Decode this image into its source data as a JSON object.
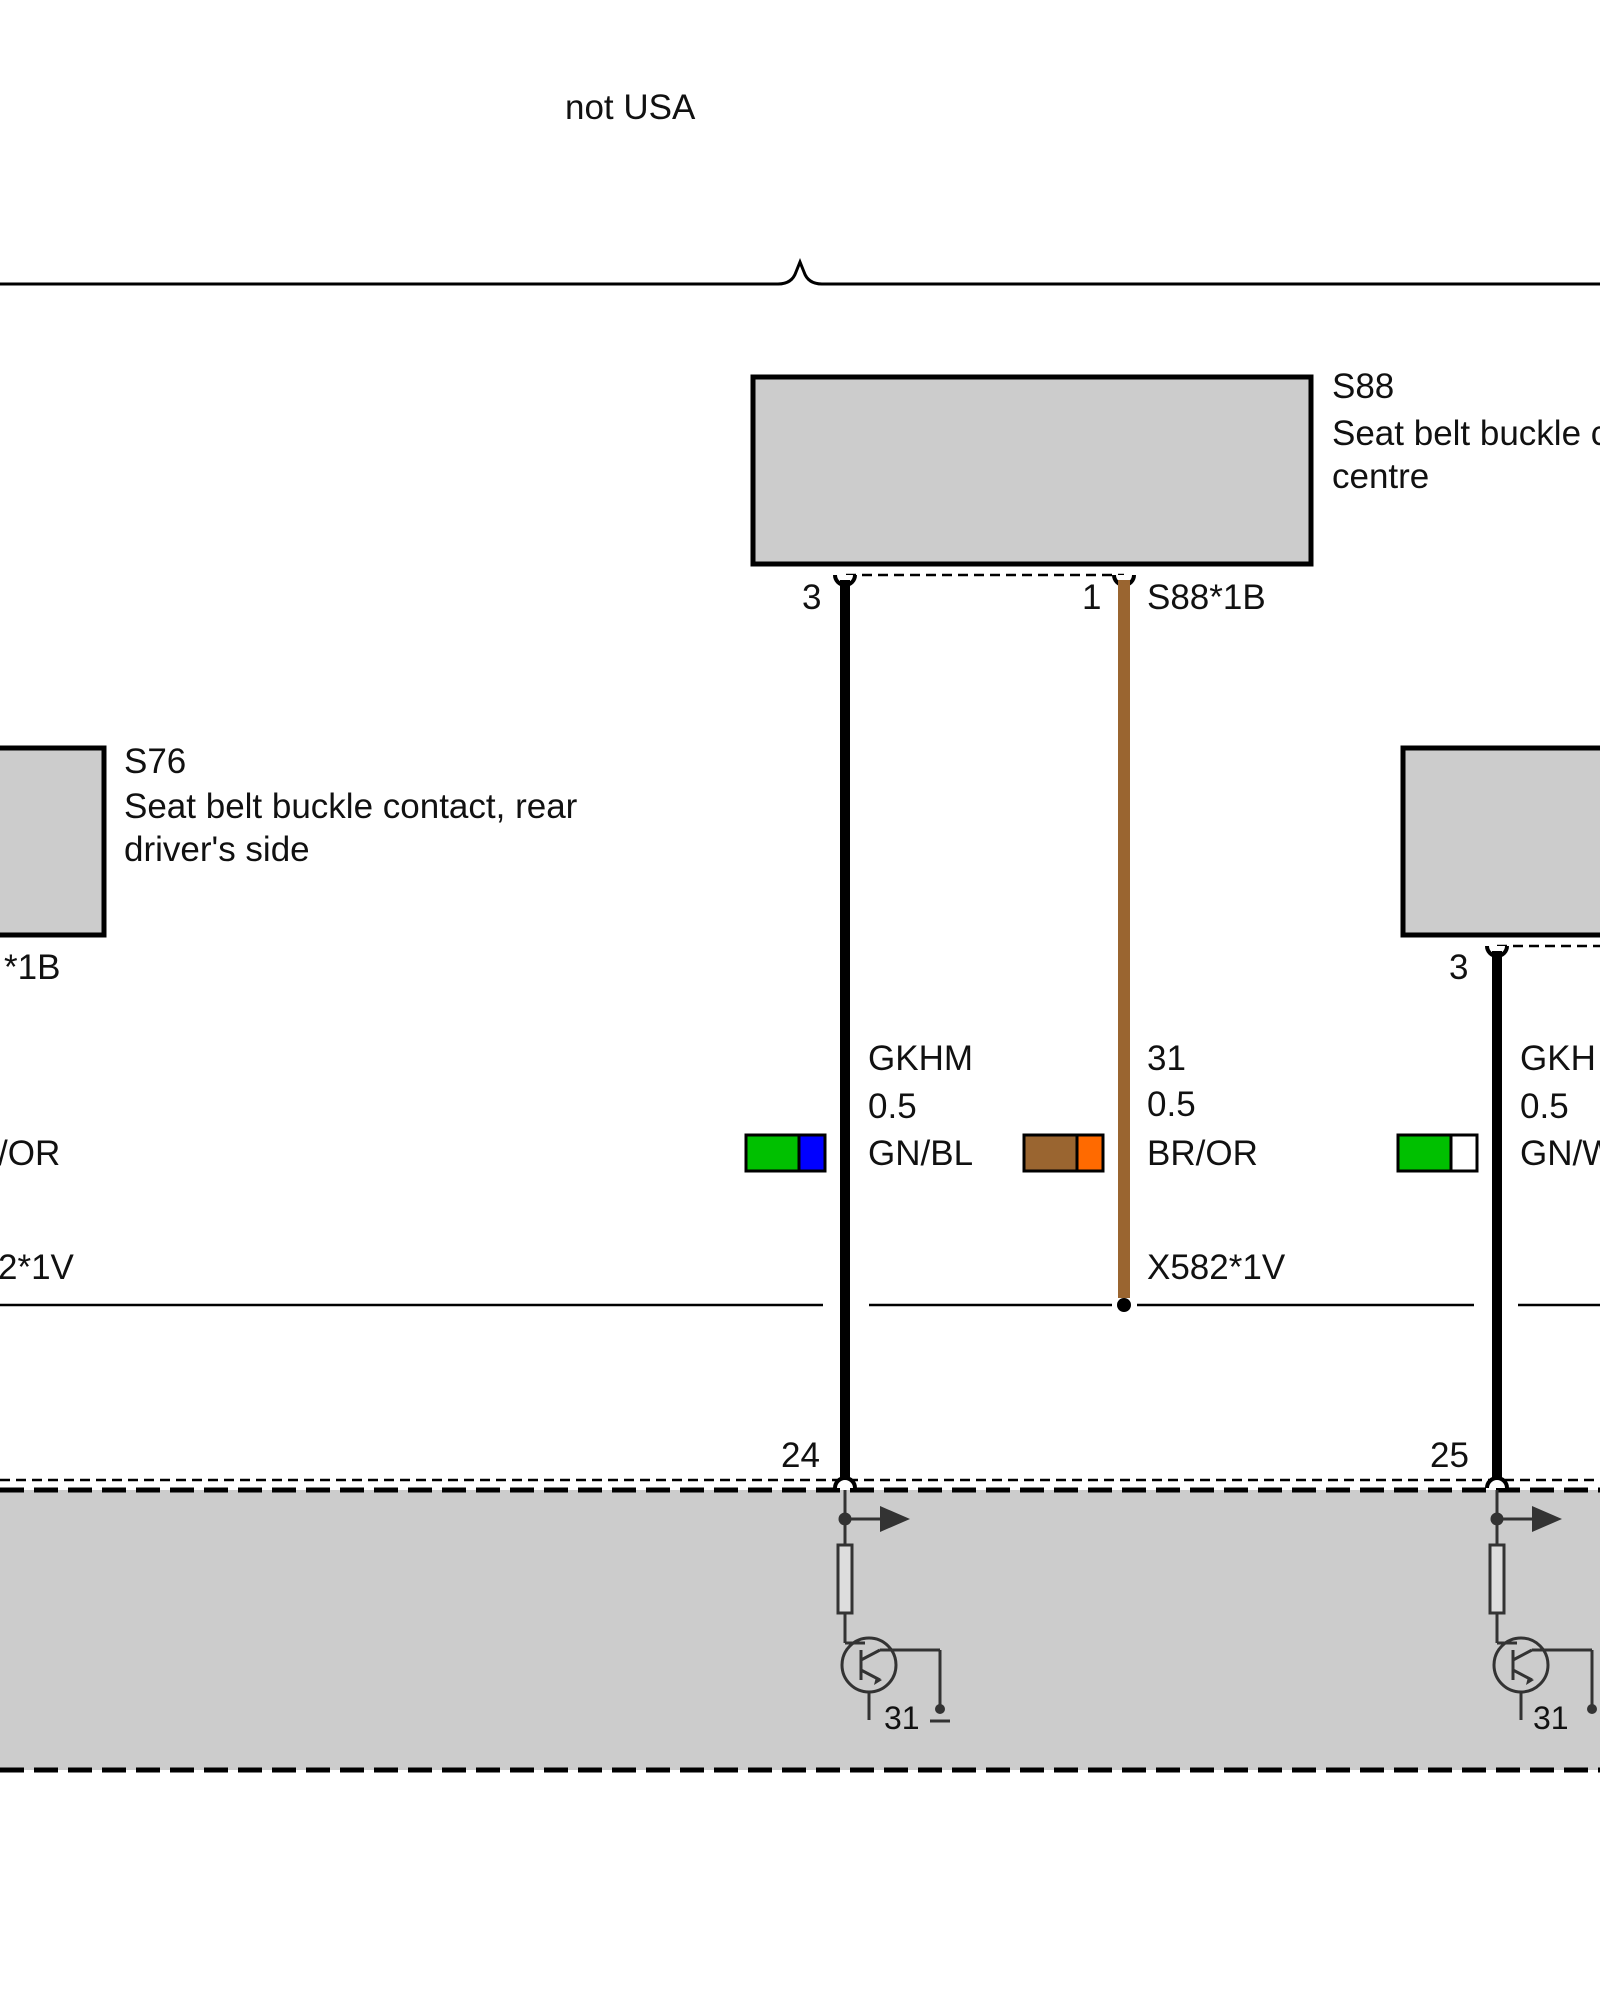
{
  "header": {
    "region_label": "not USA"
  },
  "components": {
    "s88": {
      "id": "S88",
      "desc_line1": "Seat belt buckle c",
      "desc_line2": "centre",
      "connector": "S88*1B",
      "pin_left": "3",
      "pin_right": "1"
    },
    "s76": {
      "id": "S76",
      "desc_line1": "Seat belt buckle contact, rear",
      "desc_line2": "driver's side",
      "connector_partial": "*1B"
    },
    "right_box": {
      "pin": "3"
    }
  },
  "wires": {
    "left_partial": {
      "color_code": "/OR",
      "connector": "2*1V"
    },
    "gkhm_a": {
      "signal": "GKHM",
      "gauge": "0.5",
      "color_code": "GN/BL",
      "color1": "#00c000",
      "color2": "#0000ff"
    },
    "ground": {
      "signal": "31",
      "gauge": "0.5",
      "color_code": "BR/OR",
      "connector": "X582*1V",
      "color1": "#9a6530",
      "color2": "#ff6a00"
    },
    "gkhm_b": {
      "signal": "GKH",
      "gauge": "0.5",
      "color_code": "GN/W",
      "color1": "#00c000",
      "color2": "#ffffff"
    }
  },
  "control_unit": {
    "pin_a": "24",
    "pin_b": "25",
    "ground_a": "31",
    "ground_b": "31"
  }
}
